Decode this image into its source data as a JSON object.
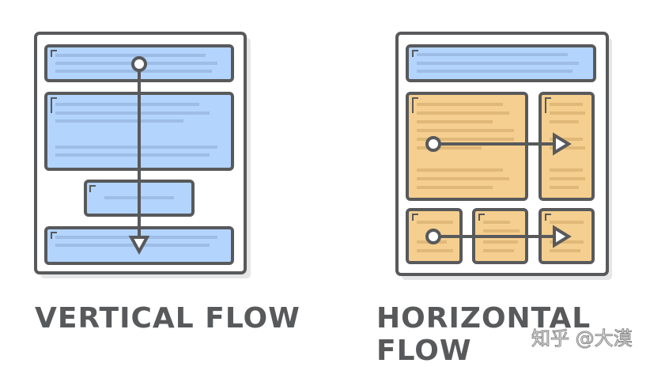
{
  "diagrams": [
    {
      "title": "VERTICAL FLOW",
      "box_color": "#b3d4fc",
      "direction": "vertical"
    },
    {
      "title": "HORIZONTAL FLOW",
      "box_color": "#f5cf8f",
      "header_color": "#b3d4fc",
      "direction": "horizontal"
    }
  ],
  "outline_color": "#58595b",
  "watermark": "知乎 @大漠"
}
